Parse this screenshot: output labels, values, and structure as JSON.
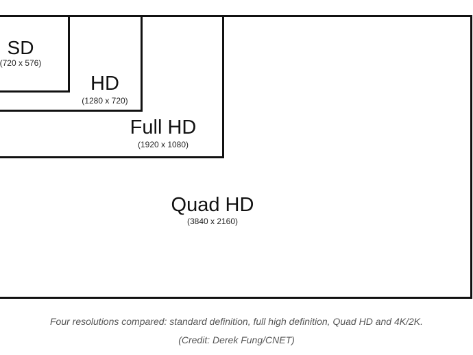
{
  "diagram": {
    "boxes": [
      {
        "key": "sd",
        "name": "SD",
        "dimensions": "(720 x 576)"
      },
      {
        "key": "hd",
        "name": "HD",
        "dimensions": "(1280 x 720)"
      },
      {
        "key": "full_hd",
        "name": "Full HD",
        "dimensions": "(1920 x 1080)"
      },
      {
        "key": "quad_hd",
        "name": "Quad HD",
        "dimensions": "(3840 x 2160)"
      }
    ]
  },
  "caption": {
    "line1": "Four resolutions compared: standard definition, full high definition, Quad HD and 4K/2K.",
    "line2": "(Credit: Derek Fung/CNET)"
  },
  "colors": {
    "border": "#111111",
    "caption_text": "#555555",
    "background": "#ffffff"
  }
}
